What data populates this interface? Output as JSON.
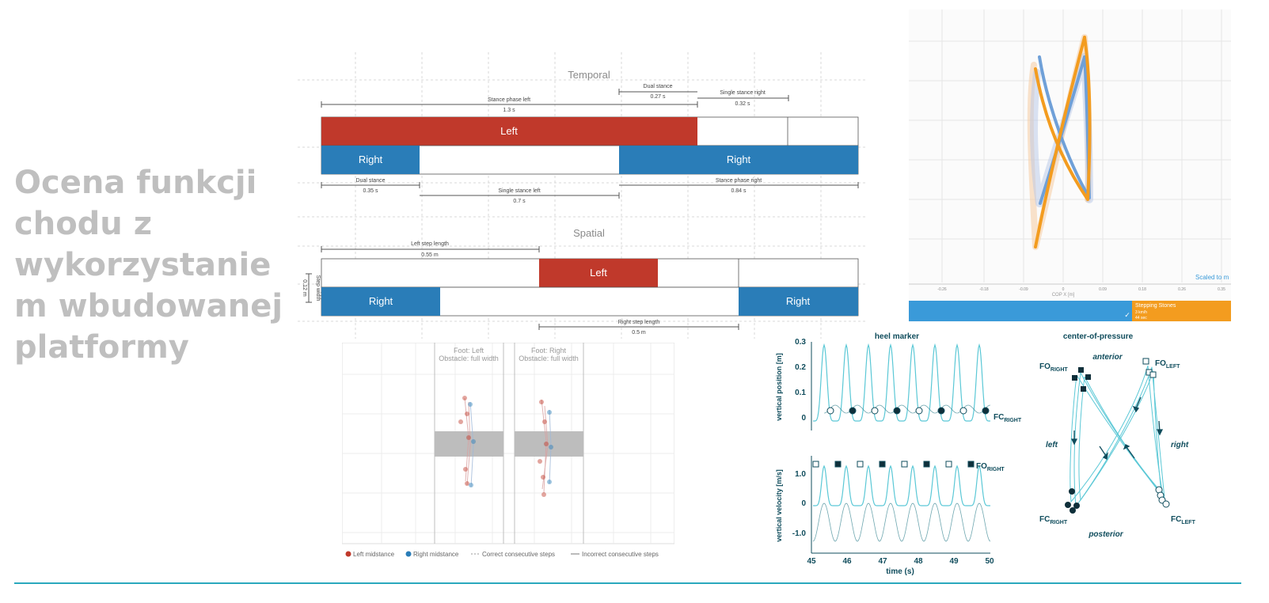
{
  "slide": {
    "title": "Ocena funkcji chodu z wykorzystaniem wbudowanej platformy",
    "title_lines": [
      "Ocena funkcji",
      "chodu z",
      "wykorzystanie",
      "m wbudowanej",
      "platformy"
    ],
    "accent_color": "#2aa8bd"
  },
  "gait_diagram": {
    "temporal_title": "Temporal",
    "spatial_title": "Spatial",
    "left_label": "Left",
    "right_label": "Right",
    "left_color": "#c0392b",
    "right_color": "#2a7db8",
    "temporal_annotations": {
      "stance_left": {
        "label": "Stance phase left",
        "value": "1.3 s"
      },
      "dual_stance_top": {
        "label": "Dual stance",
        "value": "0.27 s"
      },
      "single_stance_right": {
        "label": "Single stance right",
        "value": "0.32 s"
      },
      "dual_stance_bottom": {
        "label": "Dual stance",
        "value": "0.35 s"
      },
      "single_stance_left": {
        "label": "Single stance left",
        "value": "0.7 s"
      },
      "stance_right": {
        "label": "Stance phase right",
        "value": "0.84 s"
      }
    },
    "spatial_annotations": {
      "left_step": {
        "label": "Left step length",
        "value": "0.55 m"
      },
      "step_width": {
        "label": "Step width",
        "value": "0.12 m"
      },
      "right_step": {
        "label": "Right step length",
        "value": "0.5 m"
      }
    }
  },
  "cop_panel": {
    "x_axis_label": "COP X [m]",
    "x_ticks": [
      "-0.26",
      "-0.18",
      "-0.09",
      "0",
      "0.09",
      "0.18",
      "0.26",
      "0.35"
    ],
    "scaled_label": "Scaled to m",
    "bar_color": "#3a9ad9",
    "badge_color": "#f39c1f",
    "badge_title": "Stepping Stones",
    "badge_line1": "3 km/h",
    "badge_line2": "44 sec"
  },
  "obstacle_panel": {
    "foot_left_title": "Foot: Left",
    "foot_left_sub": "Obstacle: full width",
    "foot_right_title": "Foot: Right",
    "foot_right_sub": "Obstacle: full width",
    "legend": [
      "Left midstance",
      "Right midstance",
      "Correct consecutive steps",
      "Incorrect consecutive steps"
    ]
  },
  "heel_chart": {
    "title": "heel marker",
    "ylabel_top": "vertical position [m]",
    "ylabel_bottom": "vertical velocity [m/s]",
    "xlabel": "time (s)",
    "top_y_ticks": [
      "0.3",
      "0.2",
      "0.1",
      "0"
    ],
    "bottom_y_ticks": [
      "1.0",
      "0",
      "-1.0"
    ],
    "x_ticks": [
      "45",
      "46",
      "47",
      "48",
      "49",
      "50"
    ],
    "fc_label": "FC",
    "fc_sub": "RIGHT",
    "fo_label": "FO",
    "fo_sub": "RIGHT",
    "line_color": "#5bc8d6"
  },
  "cop_butterfly": {
    "title": "center-of-pressure",
    "anterior": "anterior",
    "posterior": "posterior",
    "left": "left",
    "right": "right",
    "fo_right": "FO",
    "fo_right_sub": "RIGHT",
    "fo_left": "FO",
    "fo_left_sub": "LEFT",
    "fc_right": "FC",
    "fc_right_sub": "RIGHT",
    "fc_left": "FC",
    "fc_left_sub": "LEFT"
  }
}
